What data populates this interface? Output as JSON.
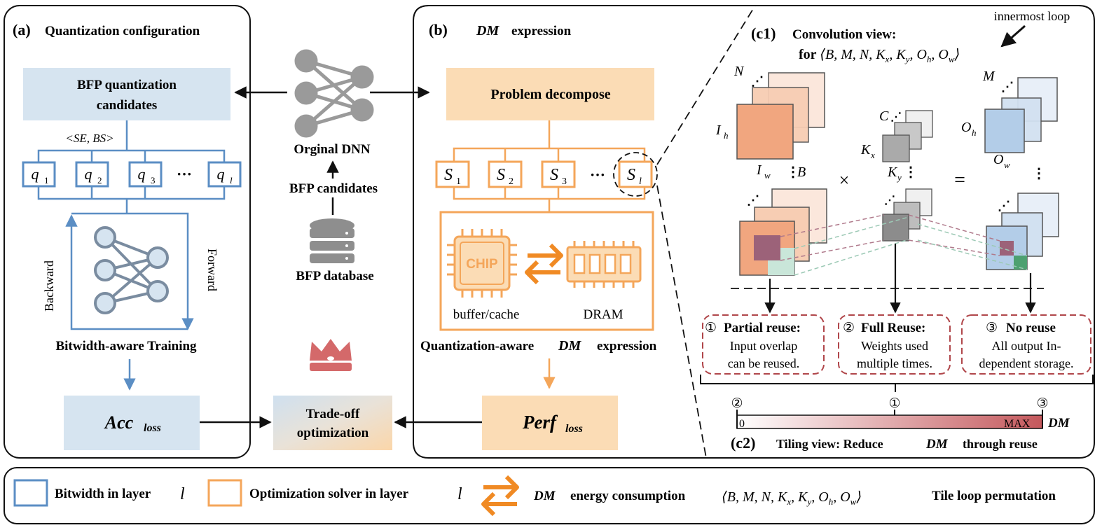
{
  "panel_a": {
    "label": "(a)",
    "title": "Quantization configuration",
    "candidates_line1": "BFP quantization",
    "candidates_line2": "candidates",
    "se_bs": "<SE, BS>",
    "q_boxes": [
      "q",
      "q",
      "q",
      "q"
    ],
    "q_subs": [
      "1",
      "2",
      "3",
      "l"
    ],
    "ellipsis": "···",
    "backward": "Backward",
    "forward": "Forward",
    "training": "Bitwidth-aware Training",
    "acc_main": "Acc",
    "acc_sub": "loss"
  },
  "middle": {
    "dnn_label": "Orginal DNN",
    "bfp_candidates": "BFP candidates",
    "bfp_database": "BFP database",
    "tradeoff_line1": "Trade-off",
    "tradeoff_line2": "optimization"
  },
  "panel_b": {
    "label": "(b)",
    "title_dm": "DM",
    "title_rest": "expression",
    "problem_decompose": "Problem decompose",
    "s_boxes": [
      "S",
      "S",
      "S",
      "S"
    ],
    "s_subs": [
      "1",
      "2",
      "3",
      "l"
    ],
    "ellipsis": "···",
    "chip": "CHIP",
    "buffer": "buffer/cache",
    "dram": "DRAM",
    "qa_prefix": "Quantization-aware",
    "qa_dm": "DM",
    "qa_suffix": "expression",
    "perf_main": "Perf",
    "perf_sub": "loss"
  },
  "panel_c1": {
    "label": "(c1)",
    "title": "Convolution view:",
    "for_text": "for ⟨B, M, N, K",
    "loop_text": "for ⟨B,M,N,Kx,Ky,Oh,Ow⟩",
    "innermost": "innermost loop",
    "N": "N",
    "Ih": "I",
    "Ih_sub": "h",
    "Iw": "I",
    "Iw_sub": "w",
    "B": "B",
    "C": "C",
    "Kx": "K",
    "Kx_sub": "x",
    "Ky": "K",
    "Ky_sub": "y",
    "M": "M",
    "Oh": "O",
    "Oh_sub": "h",
    "Ow": "O",
    "Ow_sub": "w",
    "times": "×",
    "equals": "=",
    "reuse": [
      {
        "num": "①",
        "title": "Partial reuse:",
        "line1": "Input overlap",
        "line2": "can be reused."
      },
      {
        "num": "②",
        "title": "Full Reuse:",
        "line1": "Weights used",
        "line2": "multiple times."
      },
      {
        "num": "③",
        "title": "No reuse",
        "line1": "All output In-",
        "line2": "dependent storage."
      }
    ]
  },
  "panel_c2": {
    "label": "(c2)",
    "title_prefix": "Tiling view: Reduce",
    "title_dm": "DM",
    "title_suffix": "through reuse",
    "marker_left": "②",
    "marker_mid": "①",
    "marker_right": "③",
    "zero": "0",
    "max": "MAX",
    "dm": "DM"
  },
  "legend": {
    "bitwidth": "Bitwidth in layer",
    "bitwidth_var": "l",
    "solver": "Optimization solver in layer",
    "solver_var": "l",
    "dm": "DM",
    "energy": "energy consumption",
    "loop": "⟨B,M,N,Kx,Ky,Oh,Ow⟩",
    "permutation": "Tile loop permutation"
  },
  "colors": {
    "blue_fill": "#d6e4f0",
    "blue_stroke": "#5b8ec4",
    "orange_fill": "#fbdcb5",
    "orange_stroke": "#f4a65a",
    "orange_arrow": "#f08a24",
    "red_dashed": "#b0464a",
    "crown": "#d4696a",
    "gray_icon": "#9a9a9a"
  }
}
